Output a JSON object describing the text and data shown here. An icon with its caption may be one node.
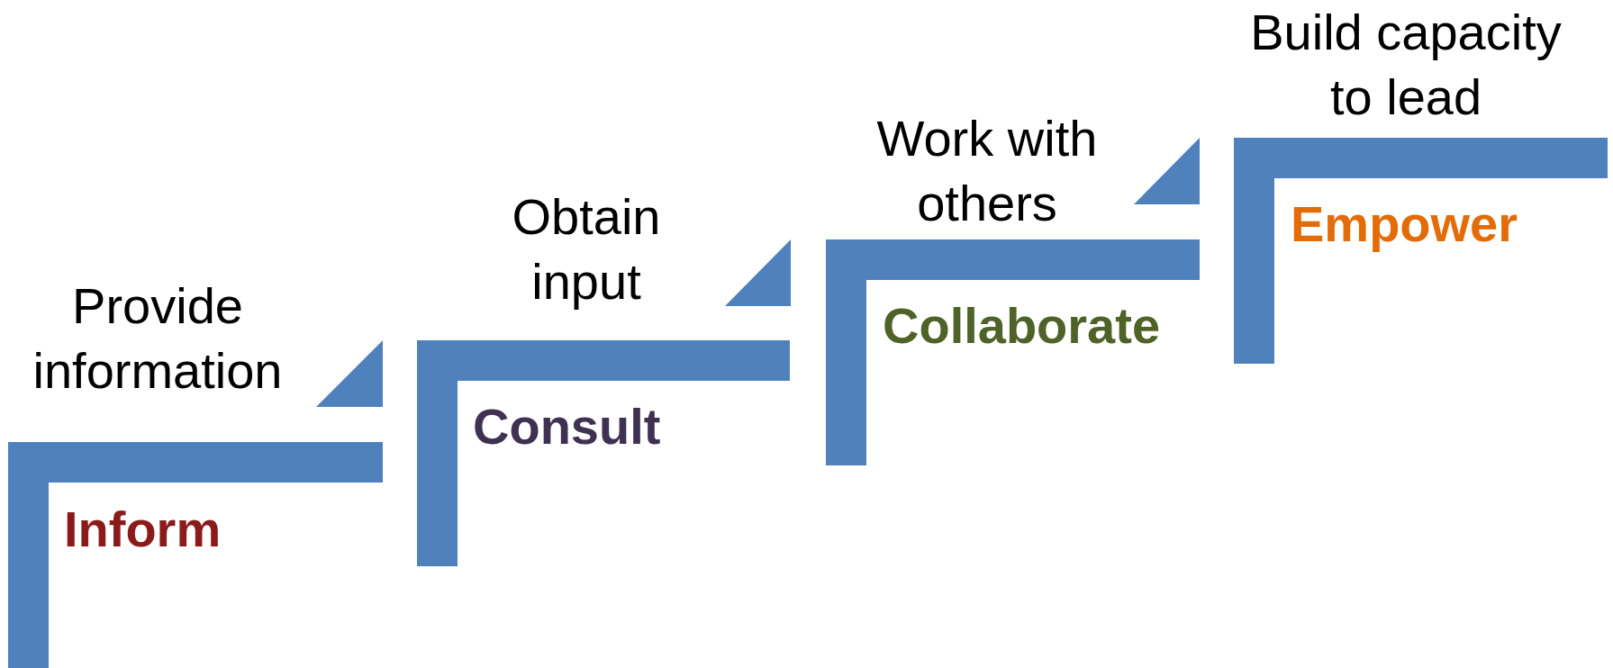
{
  "diagram": {
    "nodes": [
      {
        "text": [
          "Provide information",
          "Inform"
        ]
      },
      {
        "text": [
          "Obtain input",
          "Consult"
        ]
      },
      {
        "text": [
          "Work with others",
          "Collaborate"
        ]
      },
      {
        "text": [
          "Build capacity to lead",
          "Empower"
        ]
      }
    ]
  }
}
